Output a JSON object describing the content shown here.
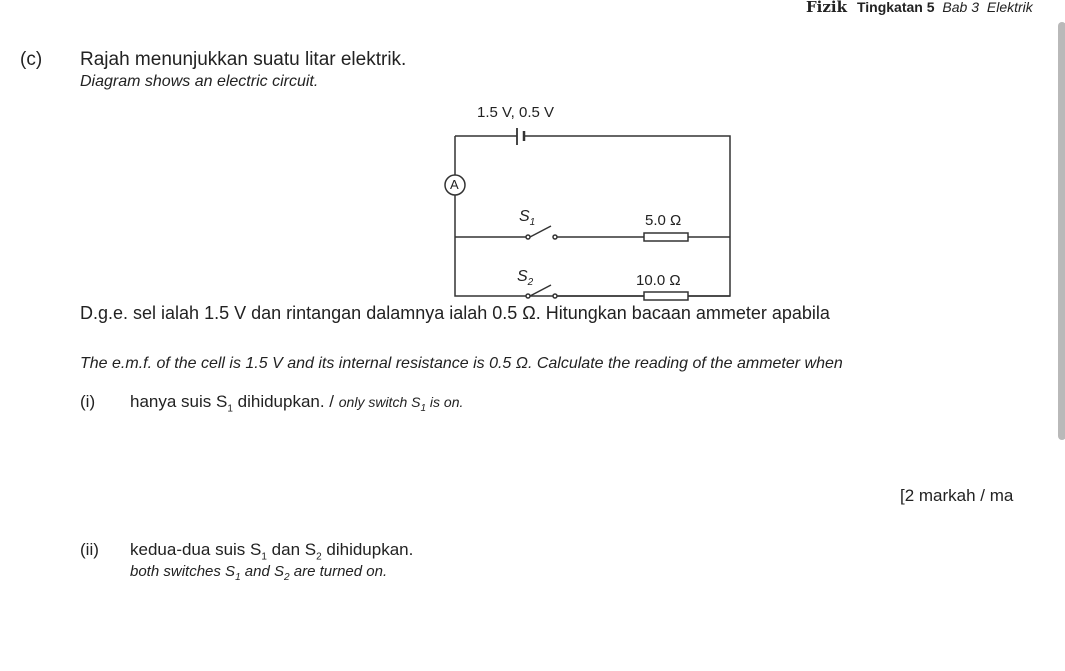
{
  "header": {
    "subject": "Fizik",
    "form": "Tingkatan 5",
    "chapter": "Bab 3",
    "topic": "Elektrik"
  },
  "question": {
    "label": "(c)",
    "intro_ms": "Rajah menunjukkan suatu litar elektrik.",
    "intro_en": "Diagram shows an electric circuit.",
    "circuit": {
      "cell_label": "1.5 V, 0.5 V",
      "ammeter": "A",
      "switch1": "S",
      "switch1_sub": "1",
      "switch2": "S",
      "switch2_sub": "2",
      "r1": "5.0 Ω",
      "r2": "10.0 Ω"
    },
    "stem_ms": "D.g.e. sel ialah 1.5 V dan rintangan dalamnya ialah 0.5 Ω. Hitungkan bacaan ammeter apabila",
    "stem_en": "The e.m.f. of the cell is 1.5 V and its internal resistance is 0.5 Ω. Calculate the reading of the ammeter when",
    "part_i": {
      "label": "(i)",
      "ms_a": "hanya suis S",
      "ms_sub": "1",
      "ms_b": " dihidupkan. / ",
      "en_a": "only switch S",
      "en_sub": "1",
      "en_b": " is on."
    },
    "marks": "[2 markah / ma",
    "part_ii": {
      "label": "(ii)",
      "ms_a": "kedua-dua suis S",
      "ms_sub1": "1",
      "ms_b": " dan S",
      "ms_sub2": "2",
      "ms_c": " dihidupkan.",
      "en_a": "both switches S",
      "en_sub1": "1",
      "en_b": " and S",
      "en_sub2": "2",
      "en_c": " are turned on."
    }
  }
}
